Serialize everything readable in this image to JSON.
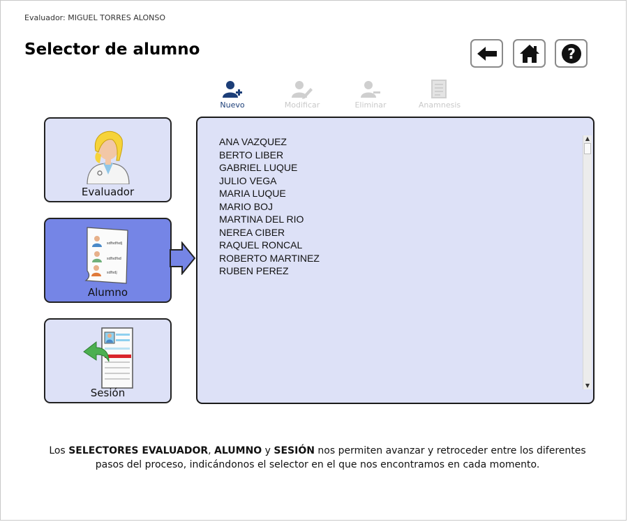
{
  "header": {
    "evaluator": "Evaluador: MIGUEL TORRES ALONSO",
    "title": "Selector de alumno"
  },
  "nav": {
    "back_icon": "arrow-left-icon",
    "home_icon": "home-icon",
    "help_icon": "question-icon"
  },
  "actions": [
    {
      "label": "Nuevo",
      "enabled": true,
      "icon": "add-user-icon"
    },
    {
      "label": "Modificar",
      "enabled": false,
      "icon": "edit-user-icon"
    },
    {
      "label": "Eliminar",
      "enabled": false,
      "icon": "remove-user-icon"
    },
    {
      "label": "Anamnesis",
      "enabled": false,
      "icon": "document-icon"
    }
  ],
  "selectors": [
    {
      "label": "Evaluador",
      "active": false,
      "icon": "doctor-icon"
    },
    {
      "label": "Alumno",
      "active": true,
      "icon": "student-list-icon"
    },
    {
      "label": "Sesión",
      "active": false,
      "icon": "session-form-icon"
    }
  ],
  "students": [
    "ANA VAZQUEZ",
    "BERTO LIBER",
    "GABRIEL LUQUE",
    "JULIO VEGA",
    "MARIA LUQUE",
    "MARIO BOJ",
    "MARTINA DEL RIO",
    "NEREA CIBER",
    "RAQUEL RONCAL",
    "ROBERTO MARTINEZ",
    "RUBEN PEREZ"
  ],
  "footer": {
    "p1": "Los ",
    "b1": "SELECTORES EVALUADOR",
    "p2": ", ",
    "b2": "ALUMNO",
    "p3": " y ",
    "b3": "SESIÓN",
    "p4": " nos permiten  avanzar y retroceder entre los diferentes pasos del proceso, indicándonos  el selector en el que nos encontramos en cada momento."
  },
  "colors": {
    "panel_bg": "#dde1f7",
    "active_selector": "#7585e6",
    "action_enabled": "#1c3e78",
    "action_disabled": "#c9c9c9"
  }
}
